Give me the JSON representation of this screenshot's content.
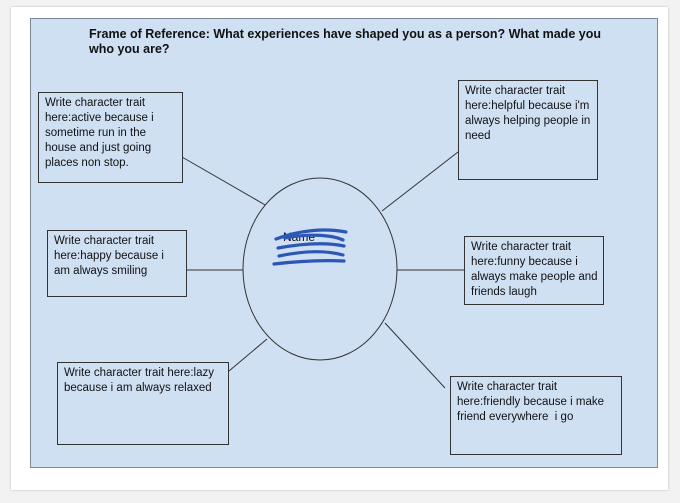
{
  "title": "Frame of Reference: What experiences have shaped you as a person? What made you who you are?",
  "center_label": "Name",
  "colors": {
    "background": "#cfe0f3",
    "outline": "#333333",
    "scribble": "#2c57b4"
  },
  "traits": [
    {
      "text": "Write character trait here:active because i sometime run in the house and just going places non stop."
    },
    {
      "text": "Write character trait here:helpful because i'm always helping people in need"
    },
    {
      "text": "Write character trait here:happy because i am always smiling"
    },
    {
      "text": "Write character trait here:funny because i always make people and  friends laugh"
    },
    {
      "text": "Write character trait here:lazy because i am always relaxed"
    },
    {
      "text": "Write character trait here:friendly because i make friend everywhere  i go"
    }
  ]
}
